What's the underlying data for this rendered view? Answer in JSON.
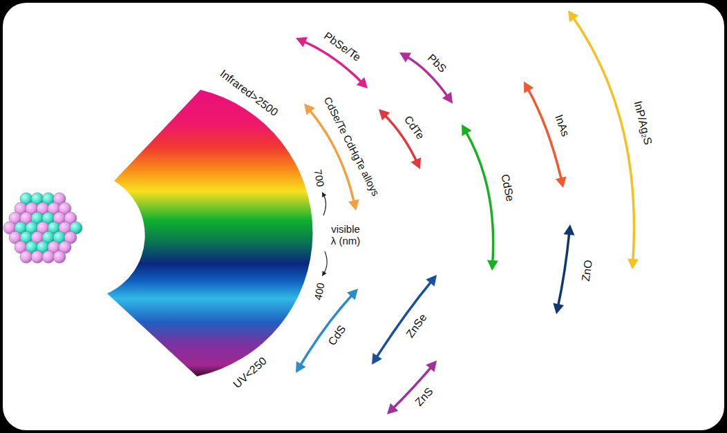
{
  "diagram": {
    "labels": [
      "Infrared>2500",
      "700",
      "visible λ (nm)",
      "400",
      "UV<250",
      "PbSe/Te",
      "PbS",
      "CdSe/Te CdHgTe alloys",
      "CdTe",
      "CdSe",
      "InAs",
      "InP/Ag₂S",
      "ZnO",
      "CdS",
      "ZnSe",
      "ZnS"
    ]
  }
}
